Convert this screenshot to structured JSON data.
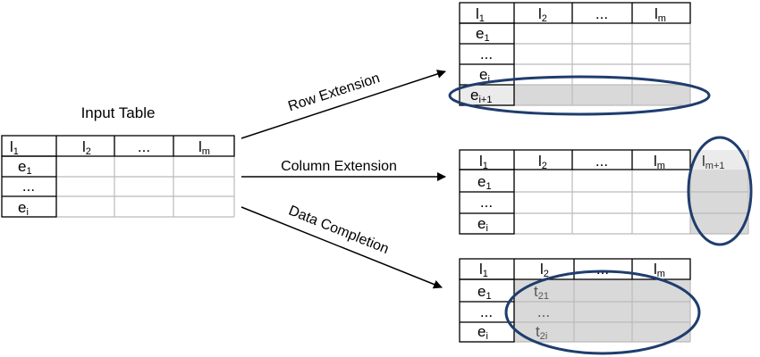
{
  "input_table": {
    "title": "Input Table",
    "headers": [
      {
        "main": "l",
        "sub": "1"
      },
      {
        "main": "l",
        "sub": "2"
      },
      {
        "main": "...",
        "sub": ""
      },
      {
        "main": "l",
        "sub": "m"
      }
    ],
    "rows": [
      {
        "main": "e",
        "sub": "1"
      },
      {
        "main": "...",
        "sub": ""
      },
      {
        "main": "e",
        "sub": "i"
      }
    ]
  },
  "row_extension": {
    "label": "Row Extension",
    "headers": [
      {
        "main": "l",
        "sub": "1"
      },
      {
        "main": "l",
        "sub": "2"
      },
      {
        "main": "...",
        "sub": ""
      },
      {
        "main": "l",
        "sub": "m"
      }
    ],
    "rows": [
      {
        "main": "e",
        "sub": "1"
      },
      {
        "main": "...",
        "sub": ""
      },
      {
        "main": "e",
        "sub": "i"
      }
    ],
    "new_row": {
      "main": "e",
      "sub": "i+1"
    }
  },
  "column_extension": {
    "label": "Column Extension",
    "headers": [
      {
        "main": "l",
        "sub": "1"
      },
      {
        "main": "l",
        "sub": "2"
      },
      {
        "main": "...",
        "sub": ""
      },
      {
        "main": "l",
        "sub": "m"
      }
    ],
    "new_column": {
      "main": "l",
      "sub": "m+1"
    },
    "rows": [
      {
        "main": "e",
        "sub": "1"
      },
      {
        "main": "...",
        "sub": ""
      },
      {
        "main": "e",
        "sub": "i"
      }
    ]
  },
  "data_completion": {
    "label": "Data Completion",
    "headers": [
      {
        "main": "l",
        "sub": "1"
      },
      {
        "main": "l",
        "sub": "2"
      },
      {
        "main": "...",
        "sub": ""
      },
      {
        "main": "l",
        "sub": "m"
      }
    ],
    "rows": [
      {
        "main": "e",
        "sub": "1"
      },
      {
        "main": "...",
        "sub": ""
      },
      {
        "main": "e",
        "sub": "i"
      }
    ],
    "filled_values": [
      {
        "main": "t",
        "sub": "21"
      },
      {
        "main": "...",
        "sub": ""
      },
      {
        "main": "t",
        "sub": "2i"
      }
    ]
  },
  "colors": {
    "ellipse": "#1f3d6e",
    "fill": "#d9d9d9",
    "grid": "#bbbbbb",
    "border": "#000000"
  }
}
